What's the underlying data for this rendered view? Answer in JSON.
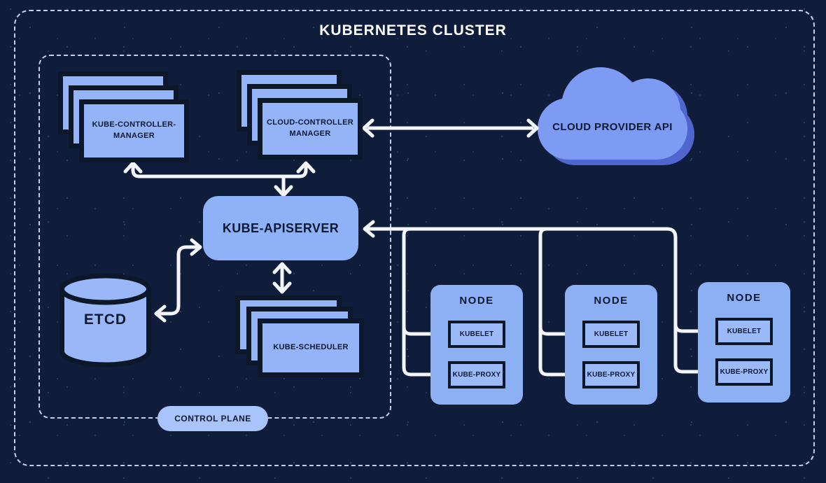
{
  "title": "KUBERNETES CLUSTER",
  "control_plane": {
    "label": "CONTROL PLANE",
    "kube_controller_manager": "KUBE-CONTROLLER-\nMANAGER",
    "cloud_controller_manager": "CLOUD-CONTROLLER\nMANAGER",
    "kube_apiserver": "KUBE-APISERVER",
    "etcd": "ETCD",
    "kube_scheduler": "KUBE-SCHEDULER"
  },
  "external": {
    "cloud_provider_api": "CLOUD PROVIDER API"
  },
  "nodes": [
    {
      "title": "NODE",
      "components": [
        "KUBELET",
        "KUBE-PROXY"
      ]
    },
    {
      "title": "NODE",
      "components": [
        "KUBELET",
        "KUBE-PROXY"
      ]
    },
    {
      "title": "NODE",
      "components": [
        "KUBELET",
        "KUBE-PROXY"
      ]
    }
  ],
  "colors": {
    "background": "#0f1d3a",
    "box_fill": "#94b4f7",
    "box_border": "#0c1729",
    "node_fill": "#8db0f4",
    "cloud_fill": "#7e9bf3",
    "cloud_shadow": "#5066cf",
    "pill_fill": "#a9c4fa",
    "arrow": "#f3f6fa",
    "dashed_border": "#bdd2ee",
    "text_dark": "#0d1a33",
    "text_light": "#ffffff"
  }
}
